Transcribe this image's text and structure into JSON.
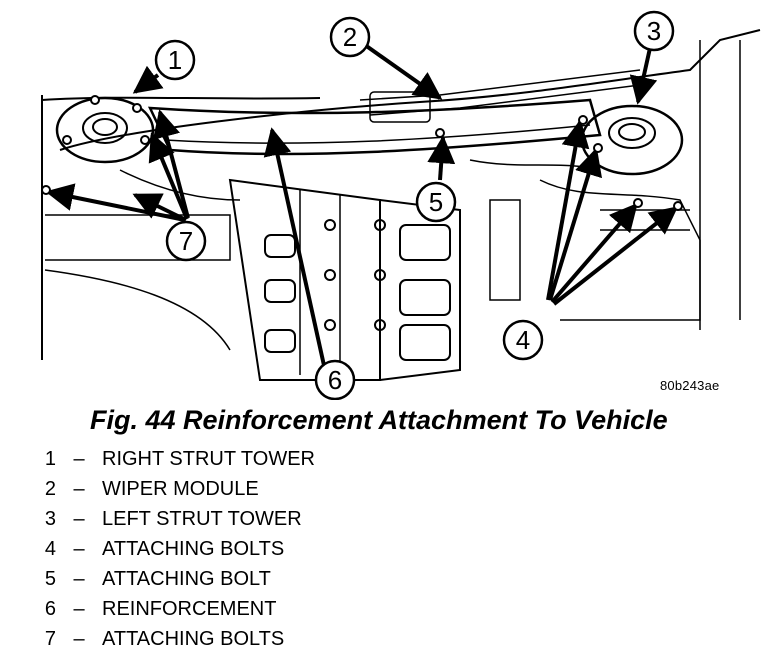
{
  "diagram": {
    "reference_code": "80b243ae",
    "callouts": [
      "1",
      "2",
      "3",
      "4",
      "5",
      "6",
      "7"
    ]
  },
  "caption": {
    "title": "Fig. 44 Reinforcement Attachment To Vehicle"
  },
  "legend": {
    "separator": "–",
    "items": [
      {
        "number": "1",
        "label": "RIGHT STRUT TOWER"
      },
      {
        "number": "2",
        "label": "WIPER MODULE"
      },
      {
        "number": "3",
        "label": "LEFT STRUT TOWER"
      },
      {
        "number": "4",
        "label": "ATTACHING BOLTS"
      },
      {
        "number": "5",
        "label": "ATTACHING BOLT"
      },
      {
        "number": "6",
        "label": "REINFORCEMENT"
      },
      {
        "number": "7",
        "label": "ATTACHING BOLTS"
      }
    ]
  }
}
